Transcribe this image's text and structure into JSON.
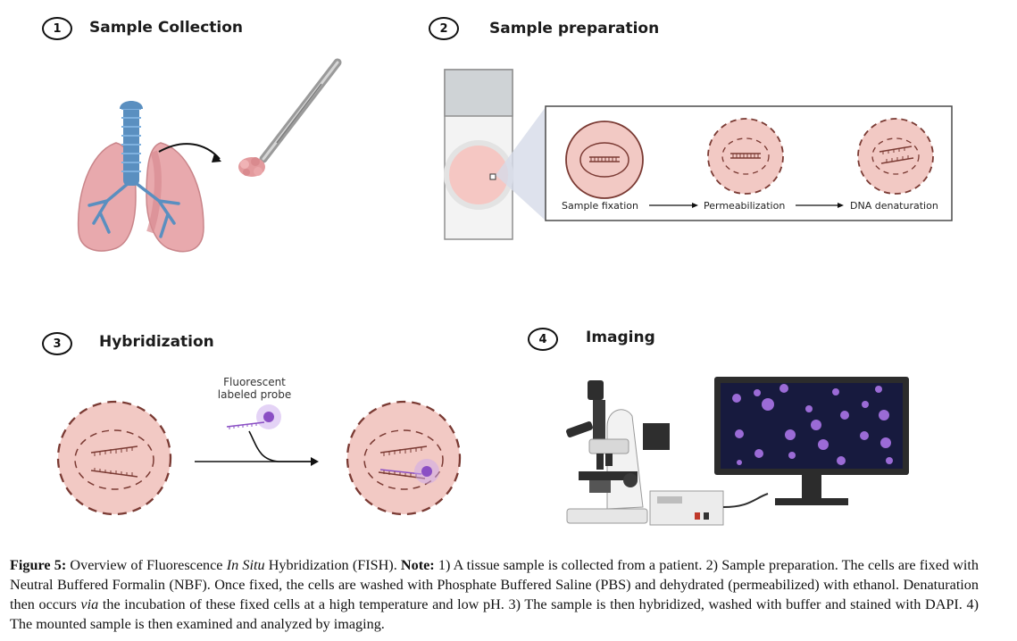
{
  "panels": {
    "p1": {
      "number": "1",
      "title": "Sample Collection"
    },
    "p2": {
      "number": "2",
      "title": "Sample preparation",
      "steps": [
        "Sample fixation",
        "Permeabilization",
        "DNA denaturation"
      ]
    },
    "p3": {
      "number": "3",
      "title": "Hybridization",
      "probe_label_line1": "Fluorescent",
      "probe_label_line2": "labeled probe"
    },
    "p4": {
      "number": "4",
      "title": "Imaging"
    }
  },
  "caption": {
    "figure_label": "Figure 5:",
    "part1": " Overview of Fluorescence ",
    "italic1": "In Situ",
    "part2": " Hybridization (FISH). ",
    "note_label": "Note:",
    "part3": " 1) A tissue sample is collected from a patient. 2) Sample preparation. The cells are fixed with Neutral Buffered Formalin (NBF). Once fixed, the cells are washed with Phosphate Buffered Saline (PBS) and dehydrated (permeabilized) with ethanol. Denaturation then occurs ",
    "italic2": "via",
    "part4": " the incubation of these fixed cells at a high temperature and low pH. 3) The sample is then hybridized, washed with buffer and stained with DAPI. 4) The mounted sample is then examined and analyzed by imaging."
  },
  "colors": {
    "cell_fill": "#f2c9c4",
    "cell_border": "#7a3a33",
    "lung": "#e8a9ad",
    "airway": "#5a8fc0",
    "probe": "#8a4fc4",
    "screen": "#171a3e",
    "dot": "#9b6bd6"
  }
}
